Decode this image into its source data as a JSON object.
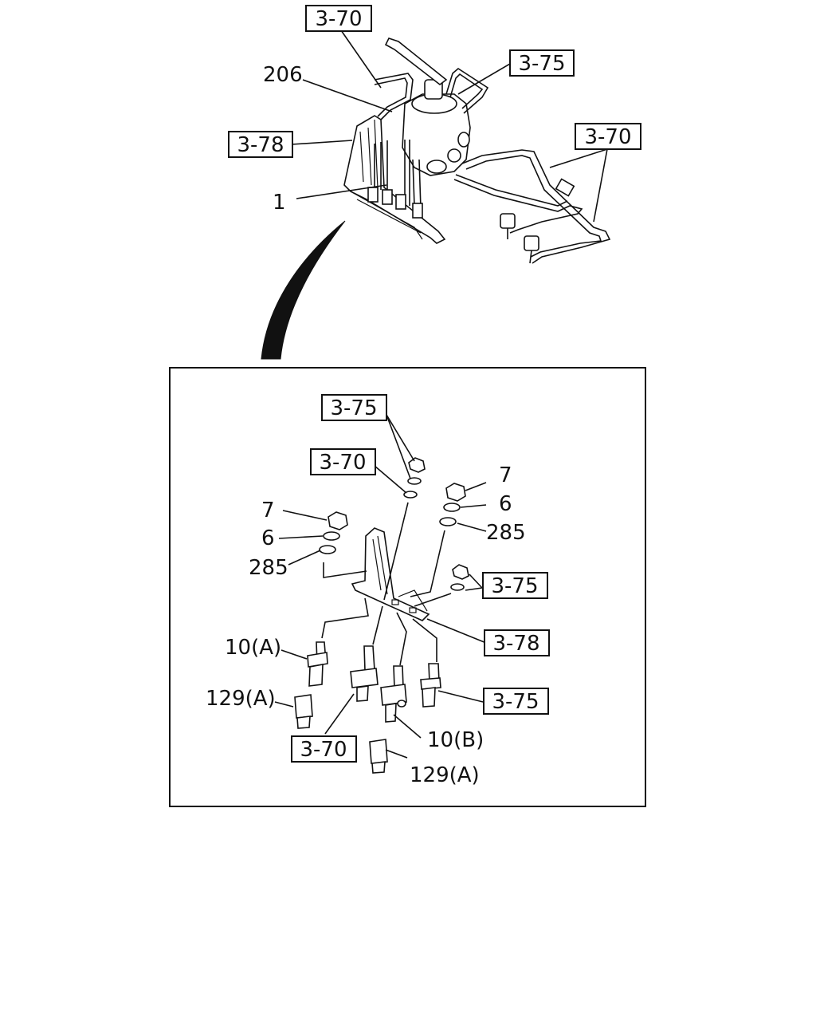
{
  "top_view": {
    "ref_top_left": "3-70",
    "ref_top_right": "3-75",
    "ref_right": "3-70",
    "ref_left": "3-78",
    "part_206": "206",
    "part_1": "1"
  },
  "detail_view": {
    "ref_a": "3-75",
    "ref_b": "3-70",
    "ref_c": "3-75",
    "ref_d": "3-78",
    "ref_e": "3-75",
    "ref_f": "3-70",
    "left_nut": "7",
    "left_washer": "6",
    "left_washer2": "285",
    "right_nut": "7",
    "right_washer": "6",
    "right_washer2": "285",
    "connector_10a": "10(A)",
    "fitting_129a_left": "129(A)",
    "connector_10b": "10(B)",
    "fitting_129a_bottom": "129(A)"
  }
}
